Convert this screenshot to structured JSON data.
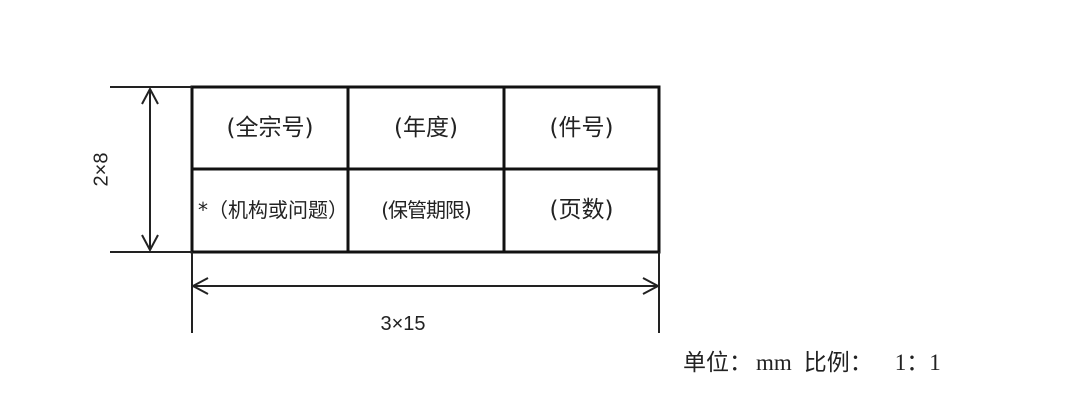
{
  "diagram": {
    "type": "archive-box-label-layout",
    "cells": [
      {
        "row": 0,
        "col": 0,
        "label": "(全宗号)"
      },
      {
        "row": 0,
        "col": 1,
        "label": "(年度)"
      },
      {
        "row": 0,
        "col": 2,
        "label": "(件号)"
      },
      {
        "row": 1,
        "col": 0,
        "label": "*（机构或问题）"
      },
      {
        "row": 1,
        "col": 1,
        "label": "(保管期限)"
      },
      {
        "row": 1,
        "col": 2,
        "label": "(页数)"
      }
    ],
    "dimensions": {
      "height_label": "2×8",
      "width_label": "3×15"
    },
    "footer": {
      "unit_label": "单位：",
      "unit_value": "mm",
      "scale_label": "比例：",
      "scale_value": "1：1"
    }
  }
}
